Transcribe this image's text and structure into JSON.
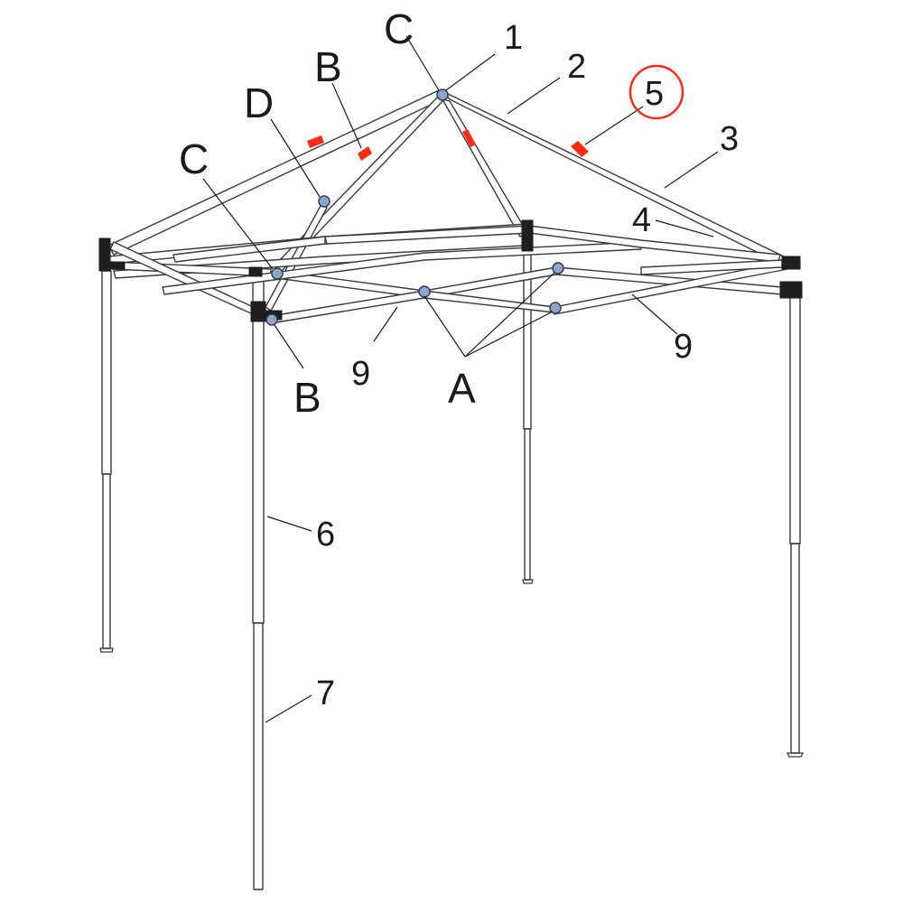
{
  "colors": {
    "stroke": "#3a3a3a",
    "bracket": "#1e1e1e",
    "joint_fill": "#8fa6cc",
    "joint_stroke": "#2f3d55",
    "highlight_red": "#ff2a12"
  },
  "labels": {
    "n1": "1",
    "n2": "2",
    "n3": "3",
    "n4": "4",
    "n5": "5",
    "n6": "6",
    "n7": "7",
    "n9_left": "9",
    "n9_right": "9",
    "a": "A",
    "b_top": "B",
    "b_bottom": "B",
    "c_top": "C",
    "c_left": "C",
    "d": "D"
  }
}
